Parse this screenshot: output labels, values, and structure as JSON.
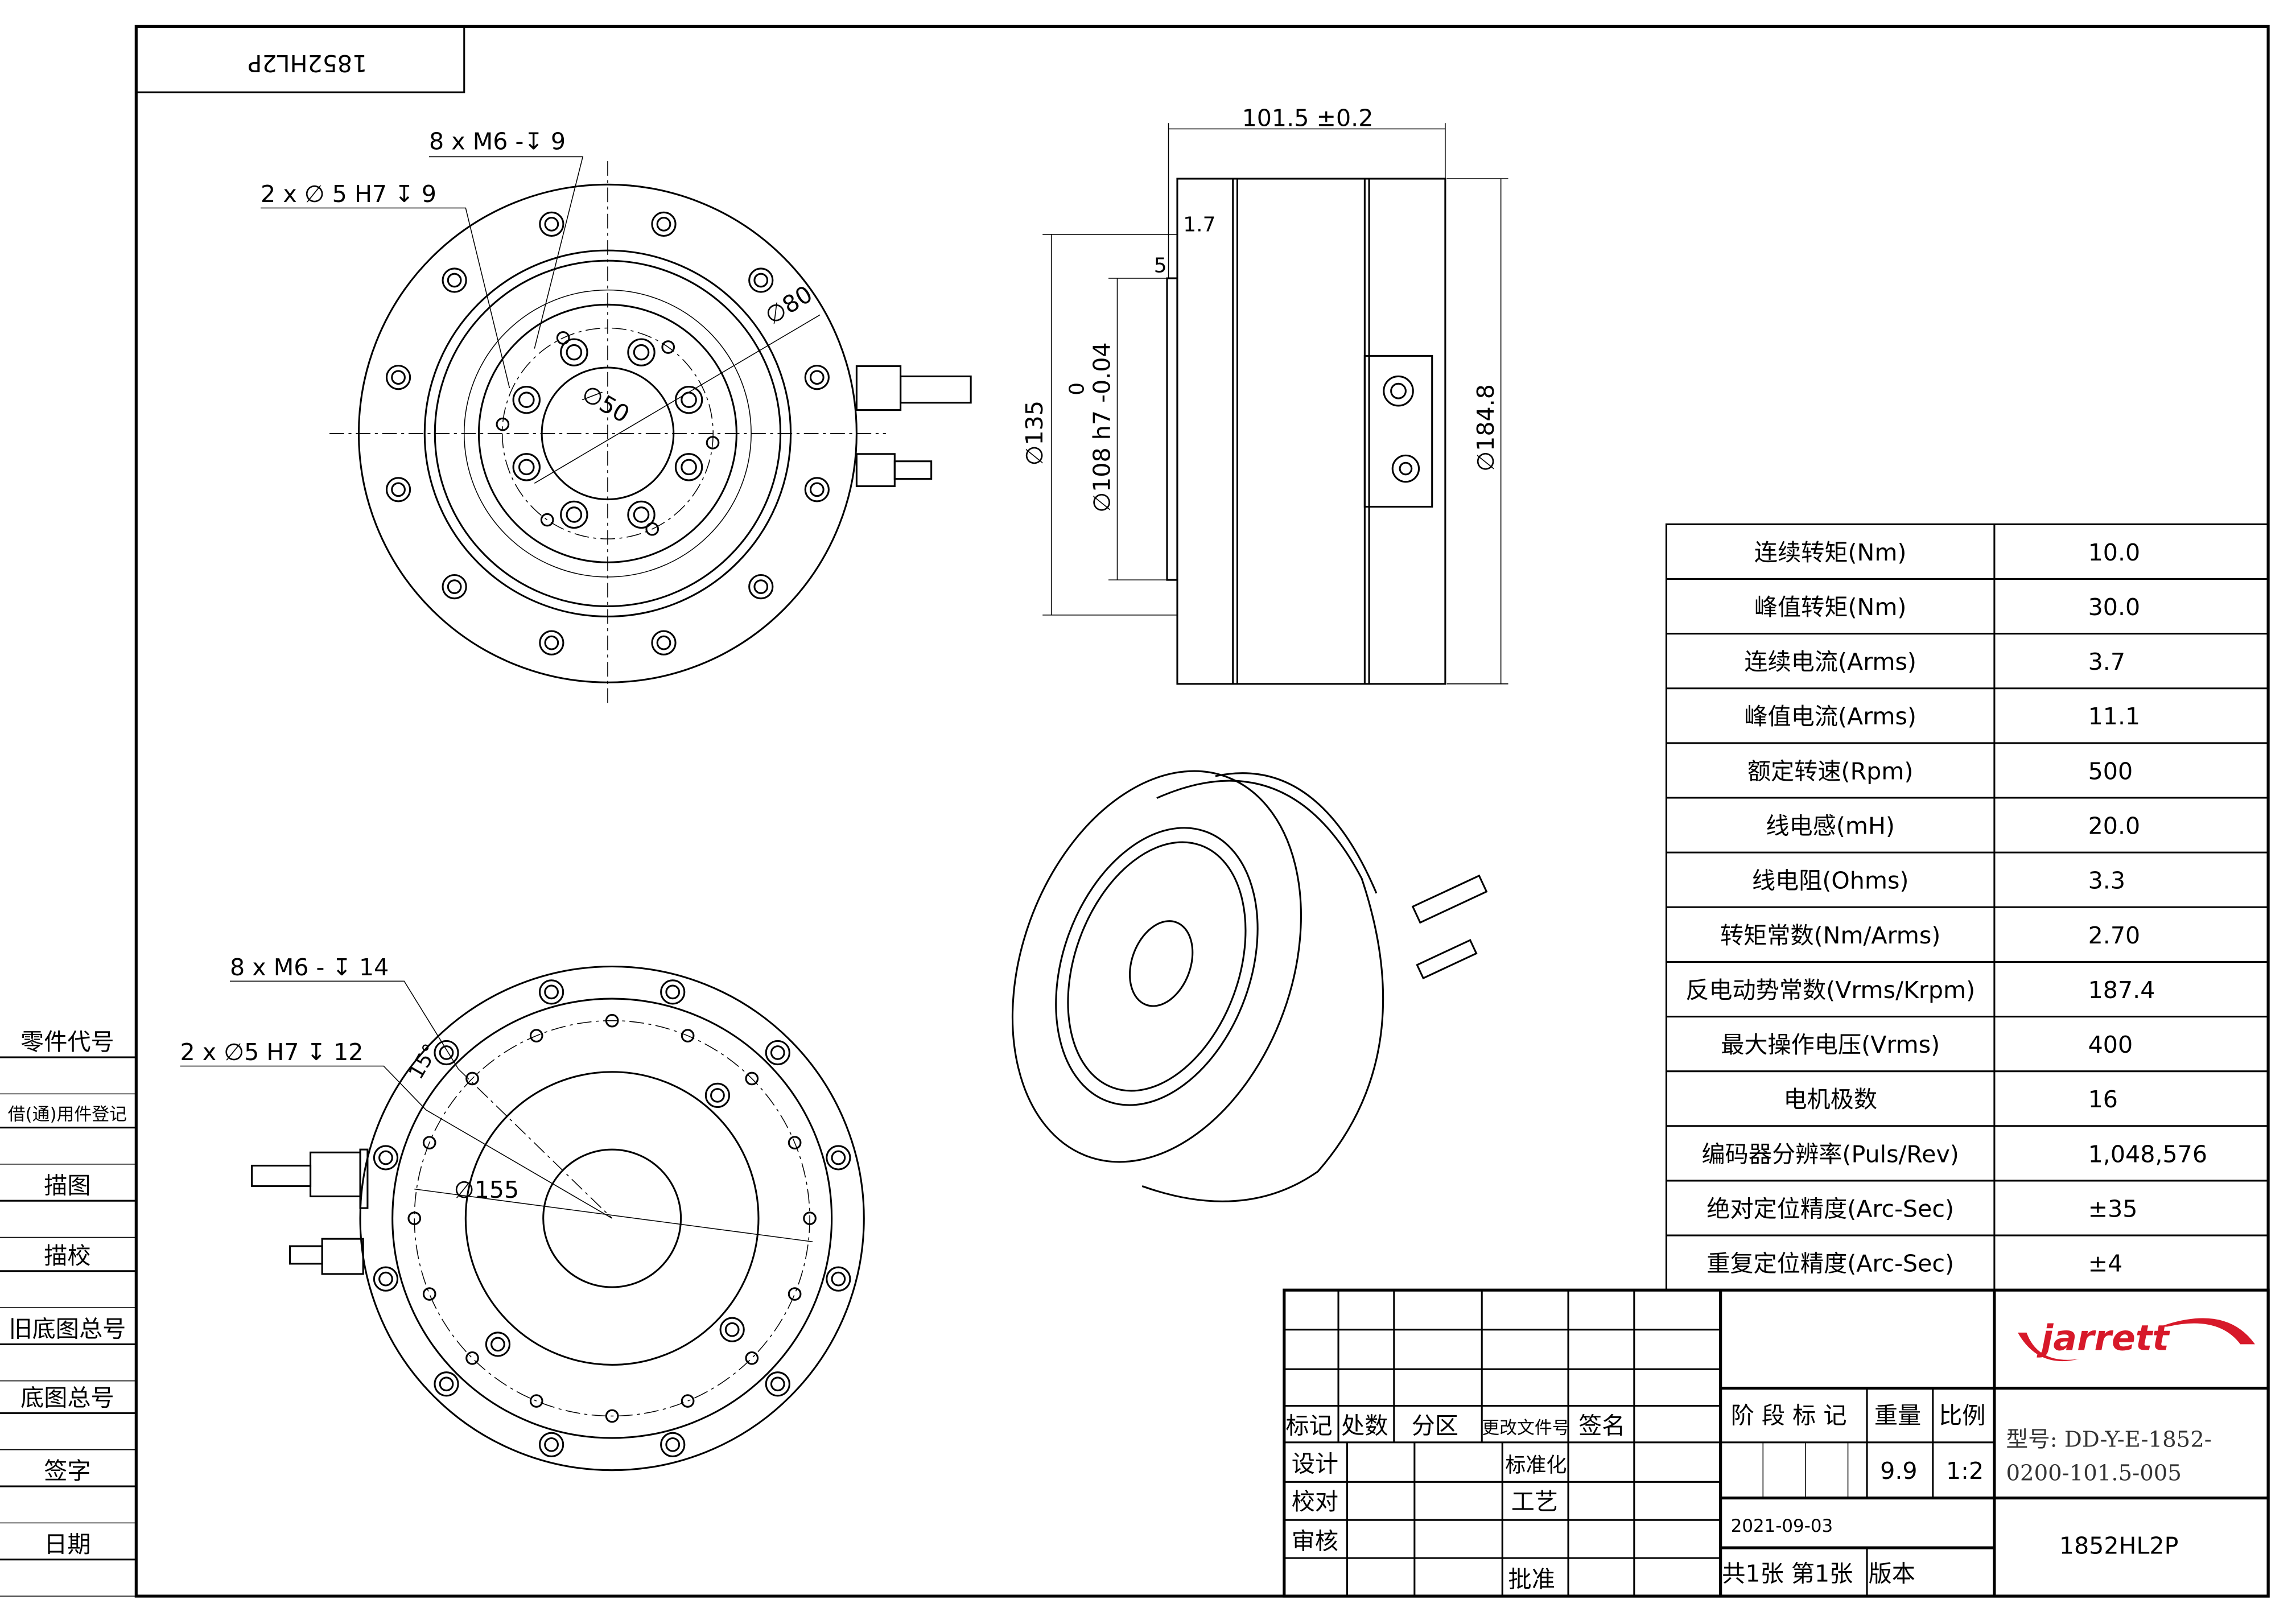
{
  "drawing": {
    "part_number_mirrored": "1852HL2P",
    "top_view": {
      "callout_tapped": "8 x  M6 -↧ 9",
      "callout_dowel": "2 x  ∅ 5 H7  ↧ 9",
      "dia_pcd": "∅80",
      "dia_bore": "∅50"
    },
    "side_view": {
      "length": "101.5 ±0.2",
      "step_1": "1.7",
      "step_2": "5",
      "dia_pilot": "∅135",
      "tol_upper": "0",
      "dia_shaft": "∅108 h7 -0.04",
      "dia_outer": "∅184.8"
    },
    "bottom_view": {
      "callout_tapped": "8 x  M6 - ↧ 14",
      "callout_dowel": "2 x  ∅5 H7  ↧ 12",
      "angle": "15°",
      "dia_pcd": "∅155"
    }
  },
  "side_labels": [
    "零件代号",
    "借(通)用件登记",
    "描图",
    "描校",
    "旧底图总号",
    "底图总号",
    "签字",
    "日期"
  ],
  "specs": [
    {
      "label": "连续转矩(Nm)",
      "value": "10.0"
    },
    {
      "label": "峰值转矩(Nm)",
      "value": "30.0"
    },
    {
      "label": "连续电流(Arms)",
      "value": "3.7"
    },
    {
      "label": "峰值电流(Arms)",
      "value": "11.1"
    },
    {
      "label": "额定转速(Rpm)",
      "value": "500"
    },
    {
      "label": "线电感(mH)",
      "value": "20.0"
    },
    {
      "label": "线电阻(Ohms)",
      "value": "3.3"
    },
    {
      "label": "转矩常数(Nm/Arms)",
      "value": "2.70"
    },
    {
      "label": "反电动势常数(Vrms/Krpm)",
      "value": "187.4"
    },
    {
      "label": "最大操作电压(Vrms)",
      "value": "400"
    },
    {
      "label": "电机极数",
      "value": "16"
    },
    {
      "label": "编码器分辨率(Puls/Rev)",
      "value": "1,048,576"
    },
    {
      "label": "绝对定位精度(Arc-Sec)",
      "value": "±35"
    },
    {
      "label": "重复定位精度(Arc-Sec)",
      "value": "±4"
    }
  ],
  "title_block": {
    "rev_headers": [
      "标记",
      "处数",
      "分区",
      "更改文件号",
      "签名"
    ],
    "design": "设计",
    "check": "校对",
    "review": "审核",
    "standardization": "标准化",
    "process": "工艺",
    "approve": "批准",
    "stage_mark": "阶 段 标 记",
    "weight_label": "重量",
    "scale_label": "比例",
    "weight": "9.9",
    "scale": "1:2",
    "date": "2021-09-03",
    "sheet_count": "共1张 第1张",
    "version_label": "版本",
    "model_line1": "型号: DD-Y-E-1852-",
    "model_line2": "0200-101.5-005",
    "drawing_number": "1852HL2P",
    "logo_text": "jarrett",
    "logo_color": "#d7192a"
  }
}
